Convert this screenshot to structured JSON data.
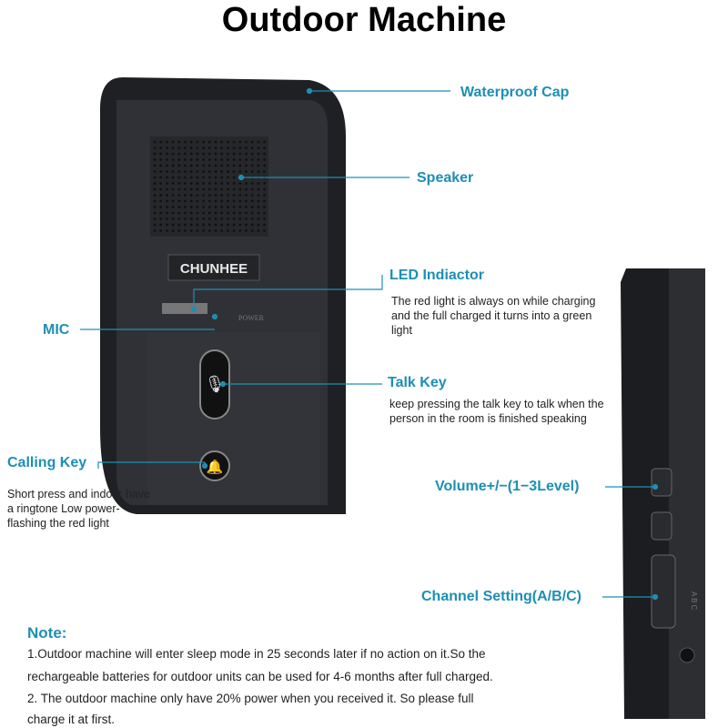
{
  "title": "Outdoor Machine",
  "device": {
    "brand": "CHUNHEE",
    "power_label": "POWER",
    "switch_label": "A B C"
  },
  "callouts": {
    "waterproof_cap": "Waterproof Cap",
    "speaker": "Speaker",
    "led": {
      "label": "LED Indiactor",
      "desc": "The red light is always on while charging and the full charged it turns into a green light"
    },
    "mic": "MIC",
    "talk_key": {
      "label": "Talk Key",
      "desc": "keep pressing the talk key to talk when the person in the room is finished speaking"
    },
    "calling_key": {
      "label": "Calling Key",
      "desc": "Short press and indoor have a ringtone Low power-flashing the red light"
    },
    "volume": "Volume+/−(1−3Level)",
    "channel": "Channel Setting(A/B/C)"
  },
  "note": {
    "heading": "Note:",
    "lines": [
      "1.Outdoor machine will enter sleep mode in 25 seconds later if no action on it.So the",
      "rechargeable batteries for outdoor units can be used for 4-6 months after full charged.",
      "2. The outdoor machine only have 20% power when you received it. So please full",
      "charge it at first."
    ]
  },
  "colors": {
    "accent": "#1d8fb3",
    "device": "#2a2b2e"
  }
}
